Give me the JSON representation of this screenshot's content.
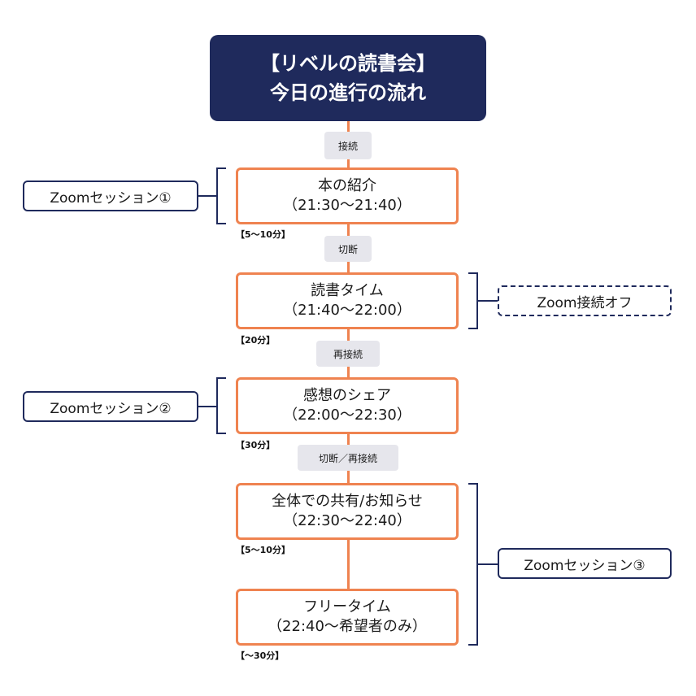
{
  "title": {
    "line1": "【リベルの読書会】",
    "line2": "今日の進行の流れ"
  },
  "steps": [
    {
      "name": "本の紹介",
      "time": "（21:30〜21:40）",
      "duration": "【5〜10分】"
    },
    {
      "name": "読書タイム",
      "time": "（21:40〜22:00）",
      "duration": "【20分】"
    },
    {
      "name": "感想のシェア",
      "time": "（22:00〜22:30）",
      "duration": "【30分】"
    },
    {
      "name": "全体での共有/お知らせ",
      "time": "（22:30〜22:40）",
      "duration": "【5〜10分】"
    },
    {
      "name": "フリータイム",
      "time": "（22:40〜希望者のみ）",
      "duration": "【〜30分】"
    }
  ],
  "connectors": [
    "接続",
    "切断",
    "再接続",
    "切断／再接続"
  ],
  "sessions": [
    "Zoomセッション①",
    "Zoom接続オフ",
    "Zoomセッション②",
    "Zoomセッション③"
  ],
  "colors": {
    "navy": "#1f2a5c",
    "orange": "#ef8350",
    "connector_bg": "#e6e6ec"
  }
}
